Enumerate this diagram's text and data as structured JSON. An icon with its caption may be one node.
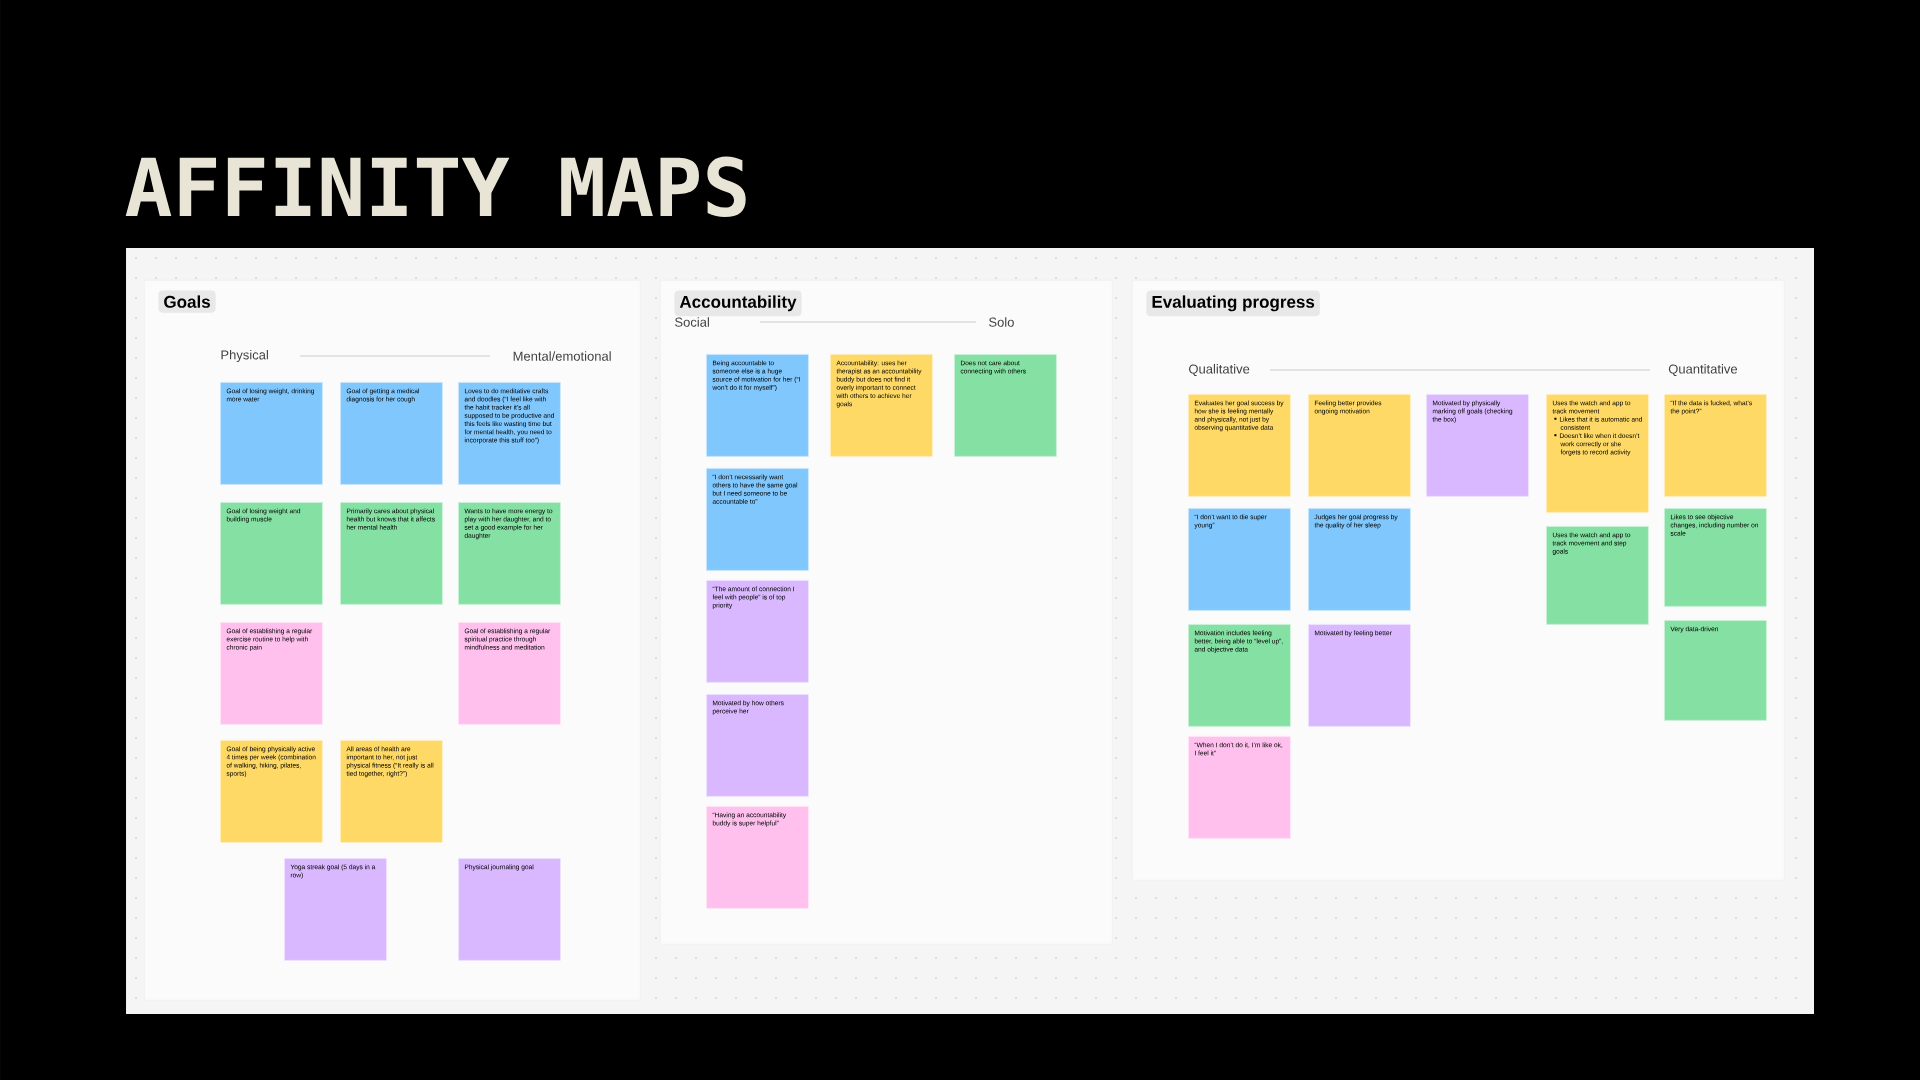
{
  "diagram": {
    "title": "AFFINITY MAPS",
    "nodes": [
      {
        "text": [
          "Goals"
        ]
      },
      {
        "text": [
          "Goal of losing weight, drinking more water"
        ],
        "in": 0
      },
      {
        "text": [
          "Goal of getting a medical diagnosis for her cough"
        ],
        "in": 0
      },
      {
        "text": [
          "Loves to do meditative crafts and doodles (“I feel like with the habit tracker it’s all supposed to be productive and this feels like wasting time but for mental health, you need to incorporate this stuff too”)"
        ],
        "in": 0
      },
      {
        "text": [
          "Goal of losing weight and building muscle"
        ],
        "in": 0
      },
      {
        "text": [
          "Primarily cares about physical health but knows that it affects her mental health"
        ],
        "in": 0
      },
      {
        "text": [
          "Wants to have more energy to play with her daughter, and to set a good example for her daughter"
        ],
        "in": 0
      },
      {
        "text": [
          "Goal of establishing a regular exercise routine to help with chronic pain"
        ],
        "in": 0
      },
      {
        "text": [
          "Goal of establishing a regular spiritual practice through mindfulness and meditation"
        ],
        "in": 0
      },
      {
        "text": [
          "Goal of being physically active 4 times per week (combination of walking, hiking, pilates, sports)"
        ],
        "in": 0
      },
      {
        "text": [
          "All areas of health are important to her, not just physical fitness (“It really is all tied together, right?”)"
        ],
        "in": 0
      },
      {
        "text": [
          "Yoga streak goal (5 days in a row)"
        ],
        "in": 0
      },
      {
        "text": [
          "Physical journaling goal"
        ],
        "in": 0
      },
      {
        "text": [
          "Accountability"
        ]
      },
      {
        "text": [
          "Being accountable to someone else is a huge source of motivation for her (“I won’t do it for myself”)"
        ],
        "in": 13
      },
      {
        "text": [
          "Accountability: uses her therapist as an accountability buddy but does not find it overly important to connect with others to achieve her goals"
        ],
        "in": 13
      },
      {
        "text": [
          "Does not care about connecting with others"
        ],
        "in": 13
      },
      {
        "text": [
          "“I don’t necessarily want others to have the same goal but I need someone to be accountable to”"
        ],
        "in": 13
      },
      {
        "text": [
          "“The amount of connection I feel with people” is of top priority"
        ],
        "in": 13
      },
      {
        "text": [
          "Motivated by how others perceive her"
        ],
        "in": 13
      },
      {
        "text": [
          "“Having an accountability buddy is super helpful”"
        ],
        "in": 13
      },
      {
        "text": [
          "Evaluating progress"
        ]
      },
      {
        "text": [
          "Evaluates her goal success by how she is feeling mentally and physically, not just by observing quantitative data"
        ],
        "in": 21
      },
      {
        "text": [
          "Feeling better provides ongoing motivation"
        ],
        "in": 21
      },
      {
        "text": [
          "Motivated by physically marking off goals (checking the box)"
        ],
        "in": 21
      },
      {
        "text": [
          "Uses the watch and app to track movement",
          "Likes that it is automatic and consistent",
          "Doesn’t like when it doesn’t work correctly or she forgets to record activity"
        ],
        "in": 21
      },
      {
        "text": [
          "“If the data is fucked, what’s the point?”"
        ],
        "in": 21
      },
      {
        "text": [
          "“I don’t want to die super young”"
        ],
        "in": 21
      },
      {
        "text": [
          "Judges her goal progress by the quality of her sleep"
        ],
        "in": 21
      },
      {
        "text": [
          "Uses the watch and app to track movement and step goals"
        ],
        "in": 21
      },
      {
        "text": [
          "Likes to see objective changes, including number on scale"
        ],
        "in": 21
      },
      {
        "text": [
          "Motivation includes feeling better, being able to “level up”, and objective data"
        ],
        "in": 21
      },
      {
        "text": [
          "Motivated by feeling better"
        ],
        "in": 21
      },
      {
        "text": [
          "Very data-driven"
        ],
        "in": 21
      },
      {
        "text": [
          "“When I don’t do it, I’m like ok, I feel it”"
        ],
        "in": 21
      }
    ],
    "labels": [
      "Physical",
      "Mental/emotional",
      "Social",
      "Solo",
      "Qualitative",
      "Quantitative"
    ]
  }
}
